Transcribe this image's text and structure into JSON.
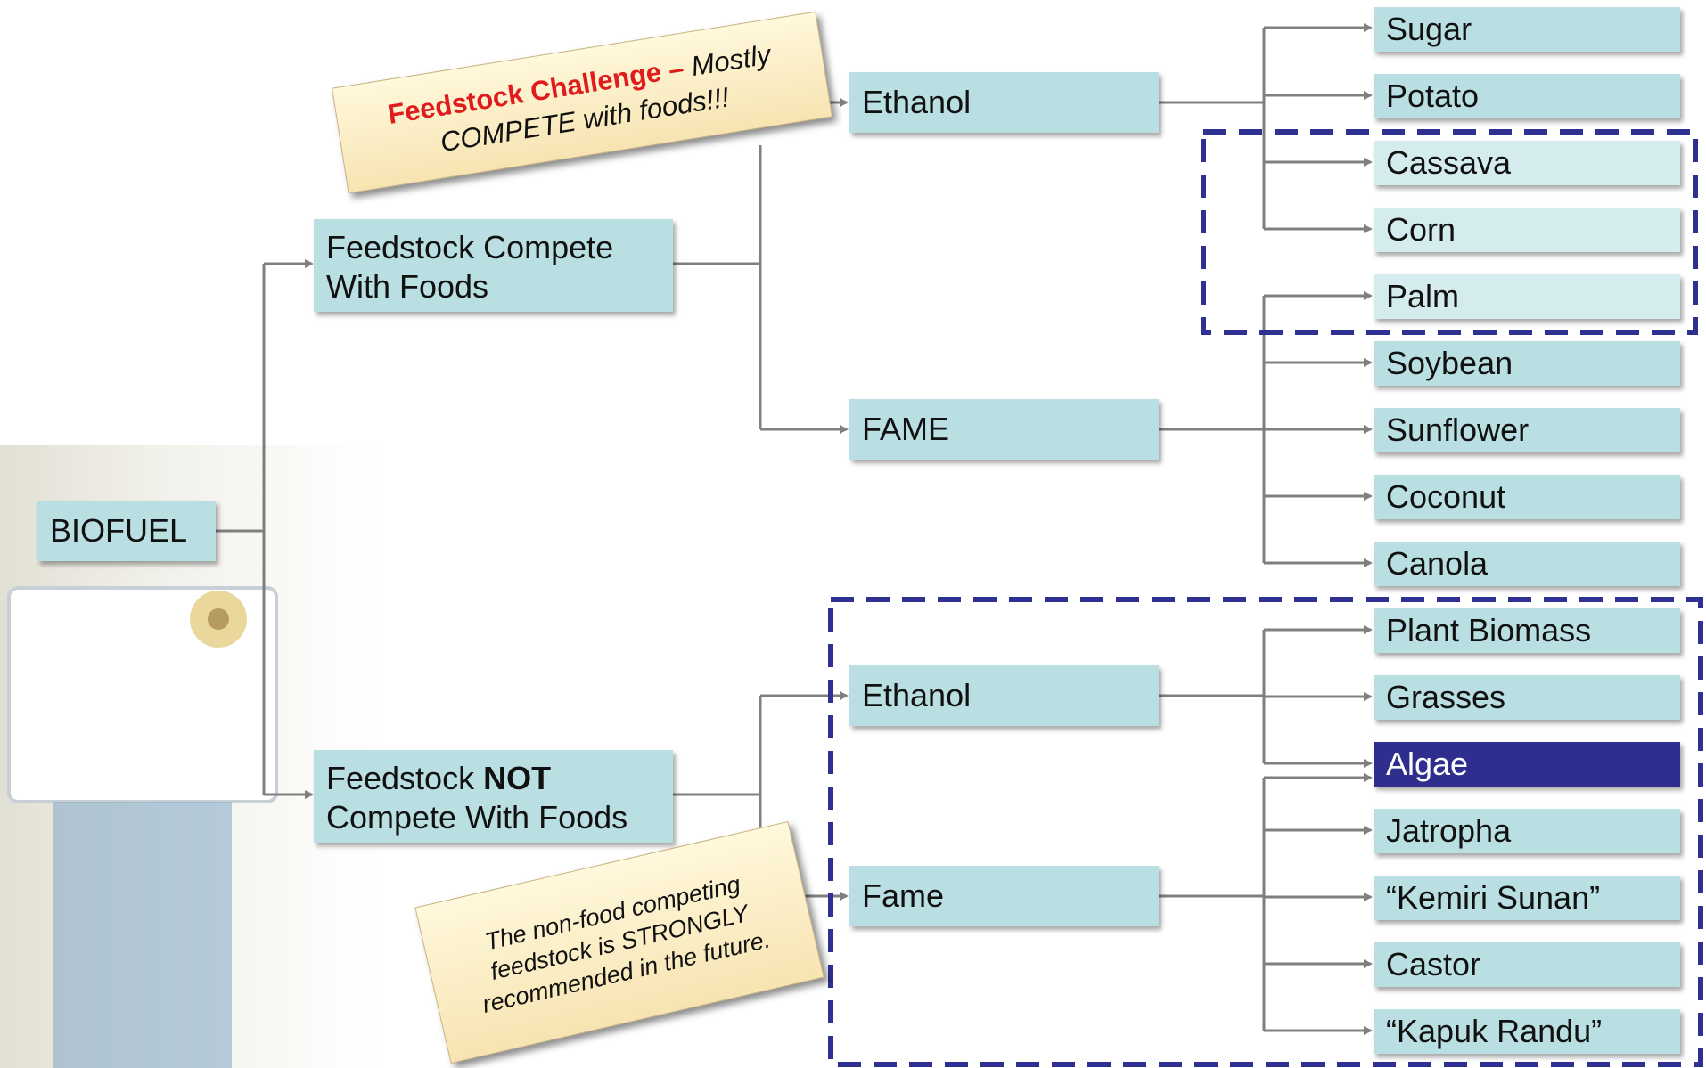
{
  "root": "BIOFUEL",
  "branches": {
    "compete": {
      "label_line1": "Feedstock Compete",
      "label_line2": "With Foods"
    },
    "not_compete": {
      "label_line1_prefix": "Feedstock ",
      "label_line1_bold": "NOT",
      "label_line2": "Compete With Foods"
    }
  },
  "processes": {
    "compete_ethanol": "Ethanol",
    "compete_fame": "FAME",
    "nc_ethanol": "Ethanol",
    "nc_fame": "Fame"
  },
  "feedstocks": {
    "compete_ethanol": [
      "Sugar",
      "Potato",
      "Cassava",
      "Corn"
    ],
    "compete_fame": [
      "Palm",
      "Soybean",
      "Sunflower",
      "Coconut",
      "Canola"
    ],
    "nc_ethanol": [
      "Plant Biomass",
      "Grasses",
      "Algae"
    ],
    "nc_fame": [
      "Jatropha",
      "“Kemiri Sunan”",
      "Castor",
      "“Kapuk Randu”"
    ]
  },
  "highlighted_feedstock": "Algae",
  "notes": {
    "top": {
      "bold_red": "Feedstock Challenge –",
      "italic_1": " Mostly",
      "italic_2": "COMPETE with foods!!!"
    },
    "bottom": {
      "line1": "The non-food competing",
      "line2": "feedstock is STRONGLY",
      "line3": "recommended in the future."
    }
  },
  "colors": {
    "node_fill": "#b9dfe3",
    "node_fill_pale": "#d5ecee",
    "highlight_fill": "#2e2e8f",
    "dashed_box": "#2e3192",
    "connector": "#7f7f7f",
    "note_red": "#e01b1b"
  }
}
